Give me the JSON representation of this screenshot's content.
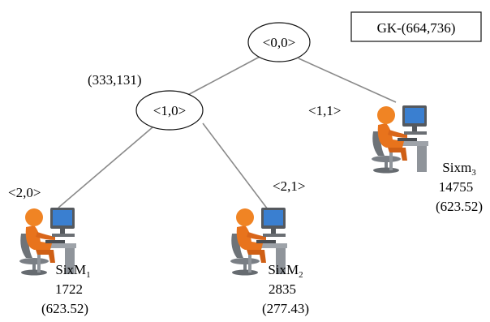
{
  "gk_label": "GK-(664,736)",
  "root": {
    "label": "<0,0>"
  },
  "mid": {
    "label": "<1,0>",
    "value": "(333,131)"
  },
  "right_node": {
    "label": "<1,1>"
  },
  "left_leaf_label": "<2,0>",
  "mid_leaf_label": "<2,1>",
  "computers": [
    {
      "name": "SixM",
      "sub": "1",
      "count": "1722",
      "value": "(623.52)"
    },
    {
      "name": "SixM",
      "sub": "2",
      "count": "2835",
      "value": "(277.43)"
    },
    {
      "name": "Sixm",
      "sub": "3",
      "count": "14755",
      "value": "(623.52)"
    }
  ],
  "icon": "person-at-computer-icon",
  "colors": {
    "person": "#e8731c",
    "monitor": "#3a7fd0",
    "desk": "#8f949a"
  }
}
